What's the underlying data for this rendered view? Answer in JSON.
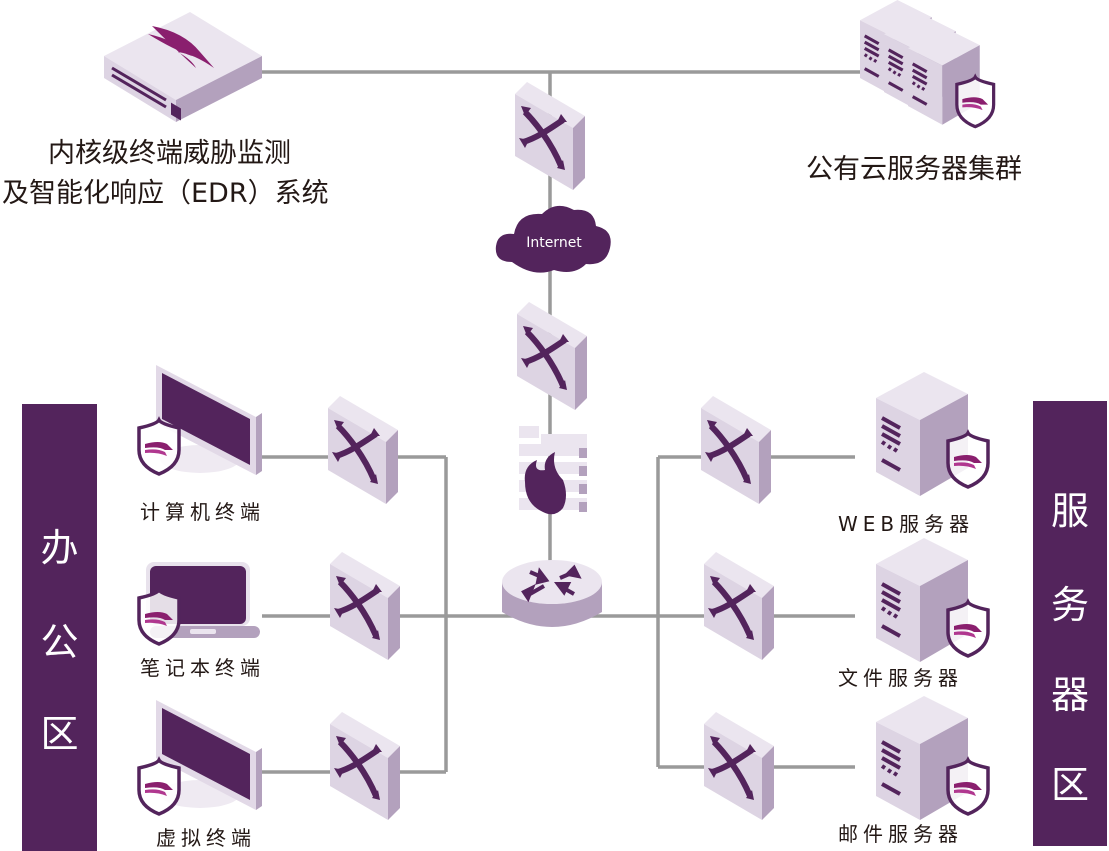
{
  "colors": {
    "brand_purple": "#53245c",
    "accent_magenta": "#8a1f6e",
    "device_light": "#e8e2ec",
    "device_mid": "#d9d0df",
    "device_dark": "#b3a1bd",
    "link_gray": "#9a9a9a",
    "text": "#231815"
  },
  "edr": {
    "label_line1": "内核级终端威胁监测",
    "label_line2": "及智能化响应（EDR）系统",
    "icon": "edr-appliance-icon"
  },
  "cloud_cluster": {
    "label": "公有云服务器集群",
    "icon": "server-cluster-icon"
  },
  "internet": {
    "label": "Internet",
    "icon": "cloud-icon"
  },
  "core": {
    "switch_top_icon": "switch-icon",
    "switch_mid_icon": "switch-icon",
    "firewall_icon": "firewall-icon",
    "router_icon": "router-icon"
  },
  "office_zone": {
    "title_chars": [
      "办",
      "公",
      "区"
    ],
    "endpoints": [
      {
        "label": "计算机终端",
        "icon": "desktop-monitor-icon"
      },
      {
        "label": "笔记本终端",
        "icon": "laptop-icon"
      },
      {
        "label": "虚拟终端",
        "icon": "desktop-monitor-icon"
      }
    ]
  },
  "server_zone": {
    "title_chars": [
      "服",
      "务",
      "器",
      "区"
    ],
    "servers": [
      {
        "label": "WEB服务器",
        "icon": "tower-server-icon"
      },
      {
        "label": "文件服务器",
        "icon": "tower-server-icon"
      },
      {
        "label": "邮件服务器",
        "icon": "tower-server-icon"
      }
    ]
  },
  "protection_badge": "shield-icon"
}
